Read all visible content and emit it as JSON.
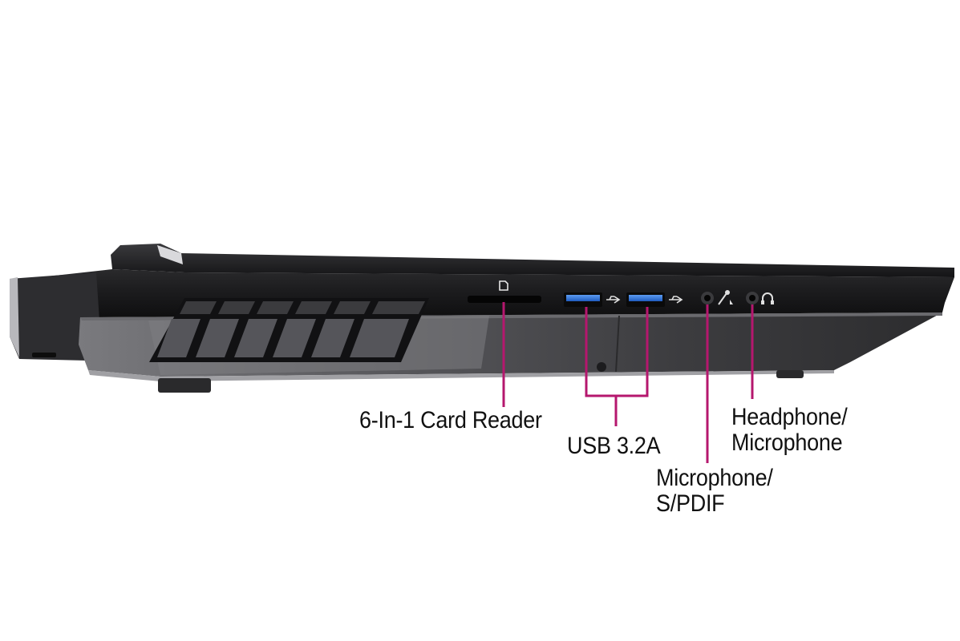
{
  "labels": {
    "card_reader": "6-In-1 Card Reader",
    "usb": "USB 3.2A",
    "mic_spdif_line1": "Microphone/",
    "mic_spdif_line2": "S/PDIF",
    "headphone_line1": "Headphone/",
    "headphone_line2": "Microphone"
  },
  "colors": {
    "callout_line": "#b5176e",
    "usb_port_blue": "#2f74d9",
    "chassis_dark": "#1c1c1e",
    "chassis_mid": "#4a4a4d",
    "label_text": "#111111"
  },
  "icons": [
    "sd-card-icon",
    "usb-icon",
    "microphone-icon",
    "headphone-icon"
  ]
}
